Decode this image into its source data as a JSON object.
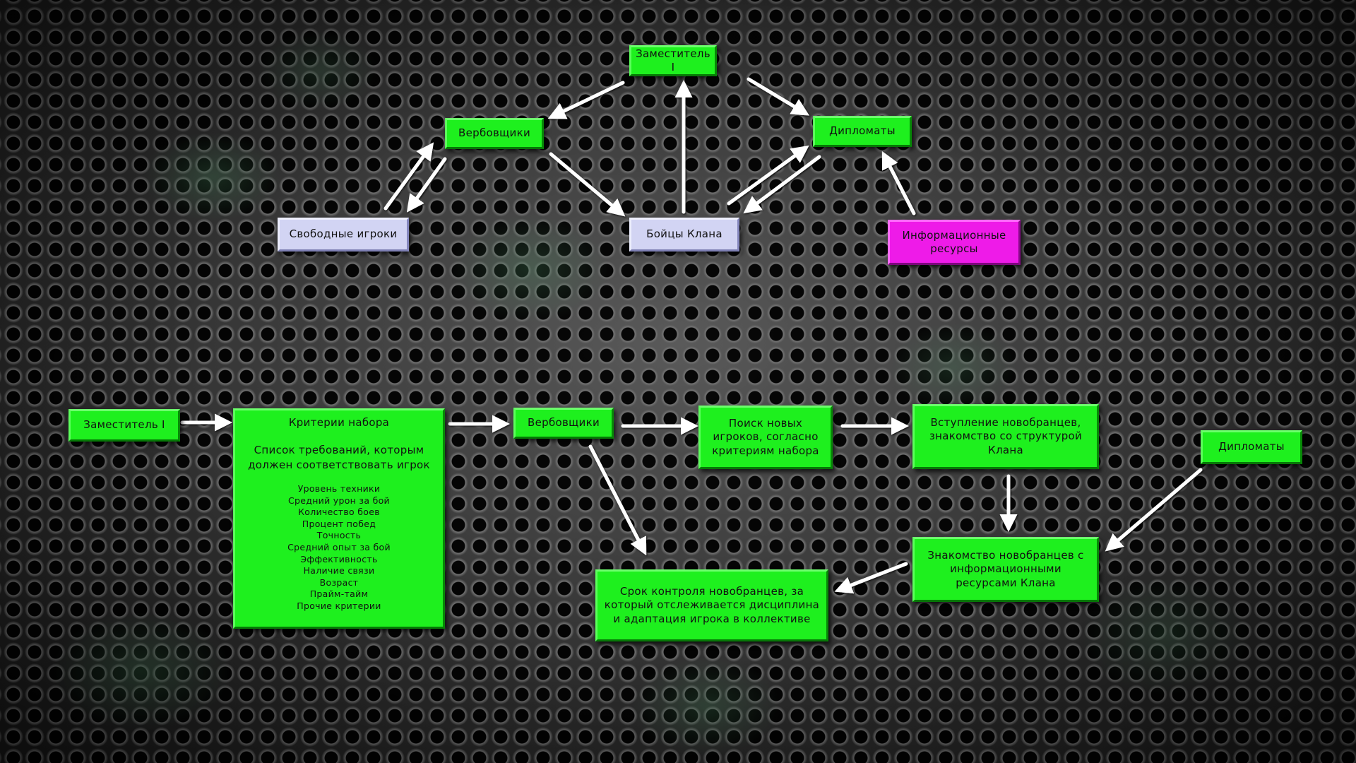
{
  "top": {
    "deputy": "Заместитель I",
    "recruiters": "Вербовщики",
    "diplomats": "Дипломаты",
    "free_players": "Свободные игроки",
    "clan_fighters": "Бойцы Клана",
    "info_resources": "Информационные ресурсы"
  },
  "bottom": {
    "deputy": "Заместитель I",
    "criteria_title": "Критерии набора",
    "criteria_subtitle": "Список требований, которым должен соответствовать игрок",
    "criteria_items": [
      "Уровень техники",
      "Средний урон за бой",
      "Количество боев",
      "Процент побед",
      "Точность",
      "Средний опыт за бой",
      "Эффективность",
      "Наличие связи",
      "Возраст",
      "Прайм-тайм",
      "Прочие критерии"
    ],
    "recruiters": "Вербовщики",
    "search": "Поиск новых игроков, согласно критериям набора",
    "joining": "Вступление новобранцев, знакомство со структурой Клана",
    "diplomats": "Дипломаты",
    "acquaintance": "Знакомство новобранцев с информационными ресурсами Клана",
    "control": "Срок контроля новобранцев, за который отслеживается дисциплина и адаптация игрока в коллективе"
  },
  "colors": {
    "green": "#1ef01e",
    "lavender": "#d2d4f3",
    "magenta": "#ee1be8",
    "arrow": "#ffffff"
  }
}
